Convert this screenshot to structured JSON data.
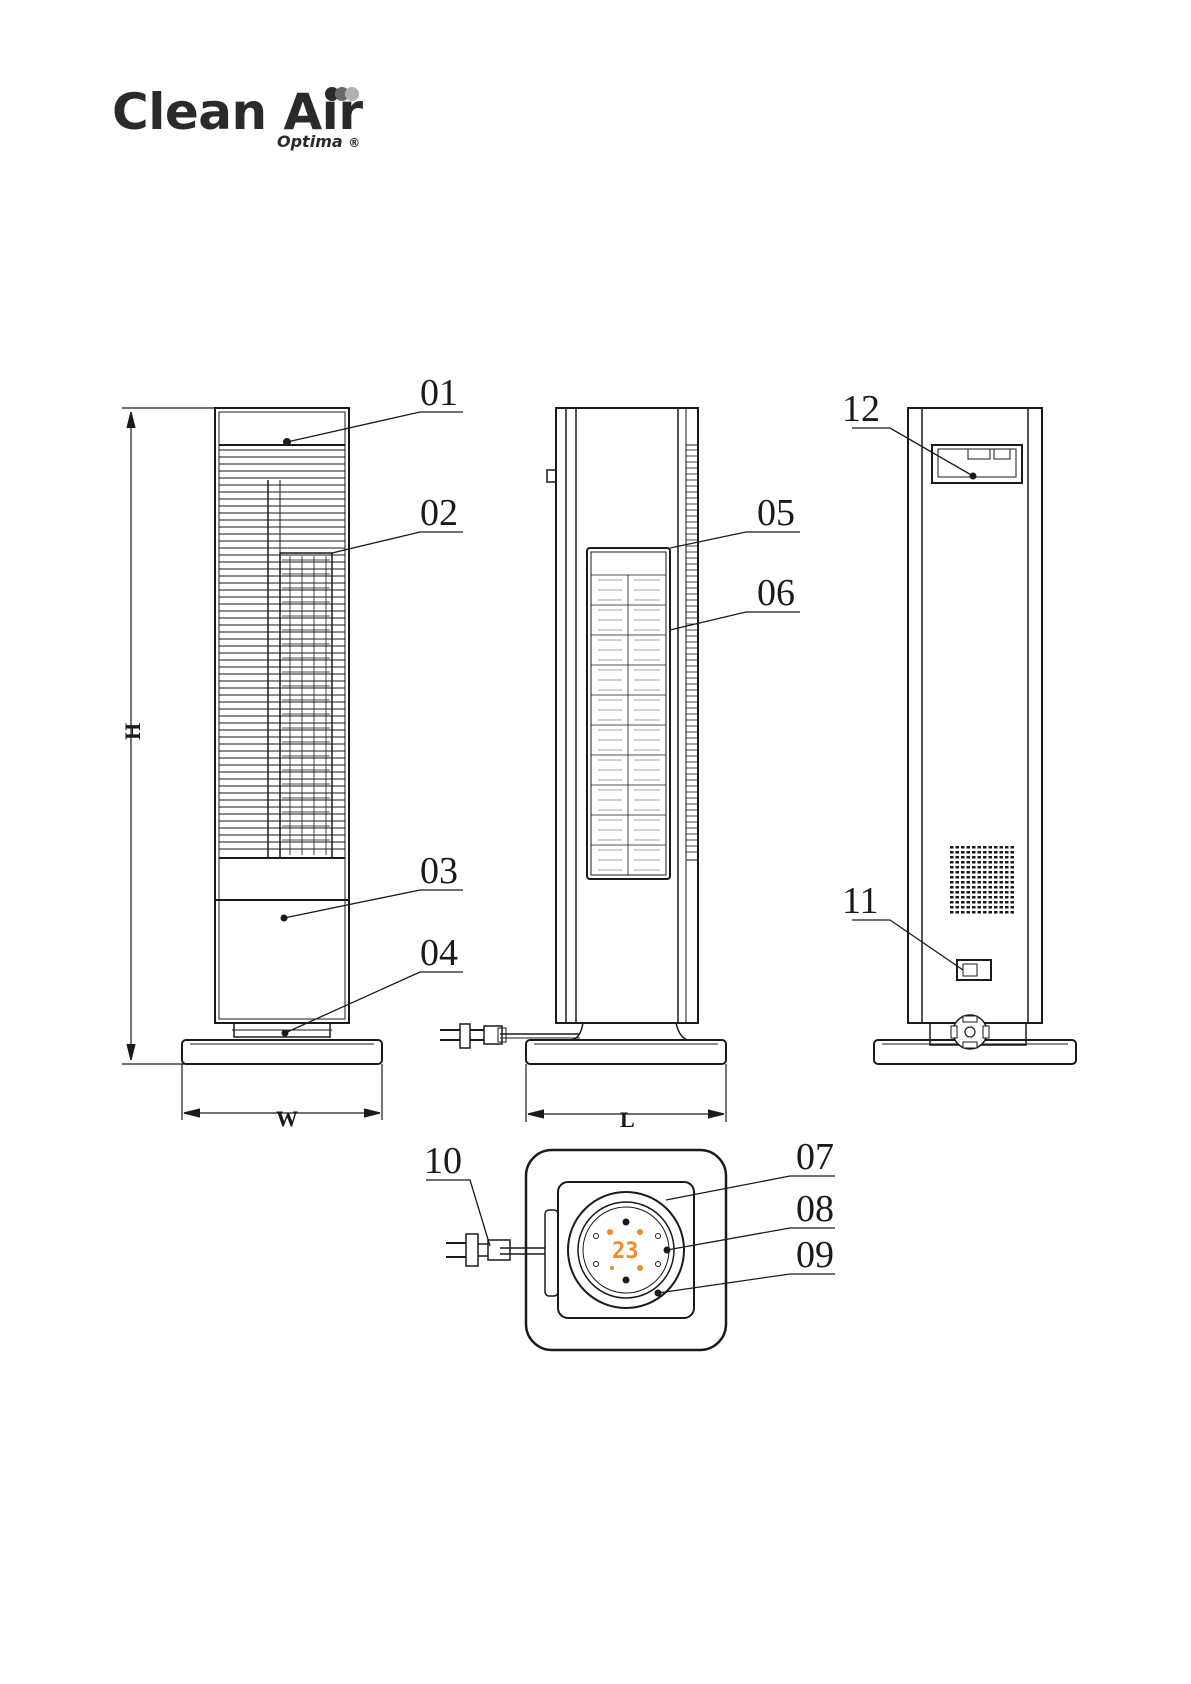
{
  "brand": {
    "name": "Clean Air",
    "sub": "Optima",
    "registered": "®"
  },
  "callouts": [
    "01",
    "02",
    "03",
    "04",
    "05",
    "06",
    "07",
    "08",
    "09",
    "10",
    "11",
    "12"
  ],
  "dimensions": {
    "height": "H",
    "width": "W",
    "length": "L"
  },
  "display": {
    "temperature": "23"
  },
  "colors": {
    "line": "#1a1a1a",
    "display": "#f08a2a",
    "logo": "#2a2a2a"
  }
}
